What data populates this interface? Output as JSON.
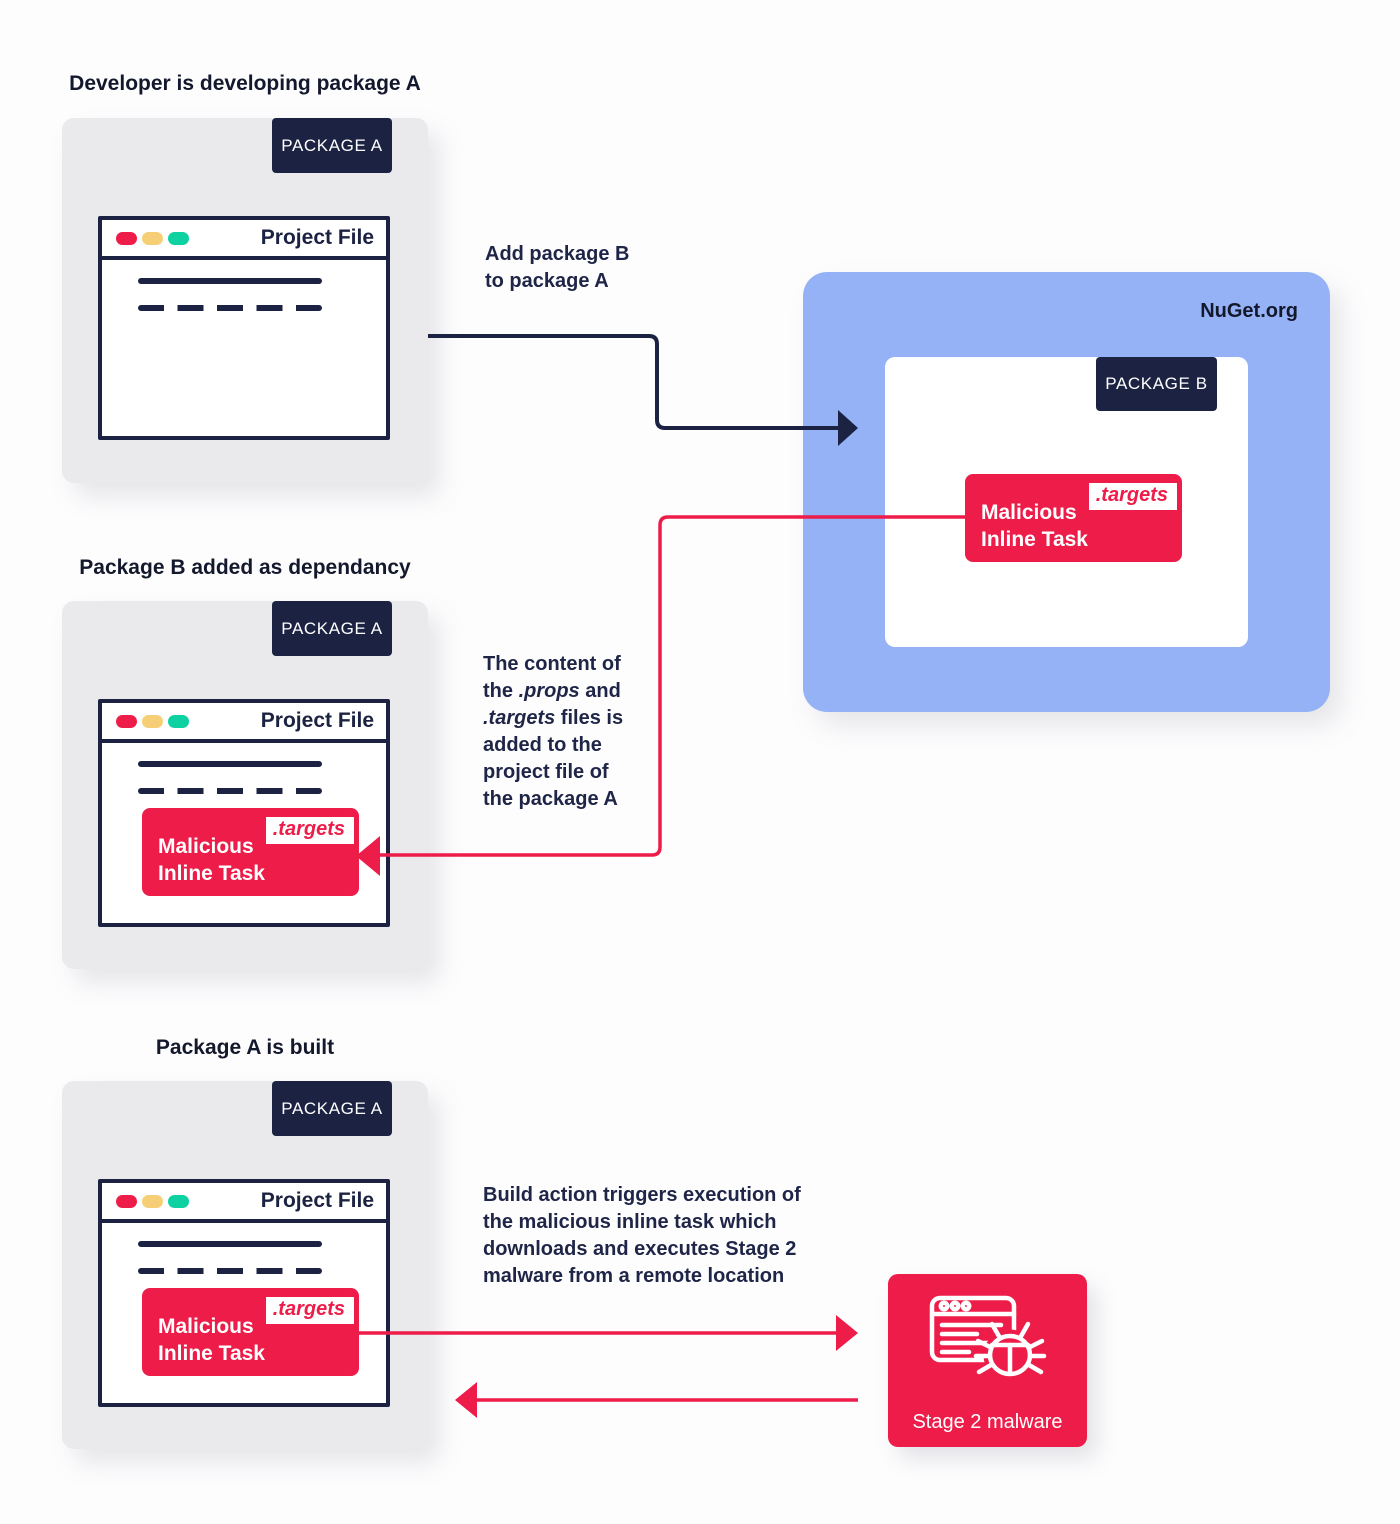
{
  "colors": {
    "red": "#ED1C49",
    "navy": "#1C2241",
    "blue": "#95B2F7",
    "card_gray": "#EAEAEC",
    "traffic_red": "#ED1C49",
    "traffic_yellow": "#F6CE76",
    "traffic_green": "#0ED1A1"
  },
  "panels": [
    {
      "heading": "Developer is developing package A",
      "badge": "PACKAGE A",
      "window_title": "Project File",
      "has_malicious": false
    },
    {
      "heading": "Package B added as dependancy",
      "badge": "PACKAGE A",
      "window_title": "Project File",
      "has_malicious": true
    },
    {
      "heading": "Package A is built",
      "badge": "PACKAGE A",
      "window_title": "Project File",
      "has_malicious": true
    }
  ],
  "nuget": {
    "label": "NuGet.org",
    "badge": "PACKAGE B"
  },
  "malicious_box": {
    "tag": ".targets",
    "label": "Malicious\nInline Task"
  },
  "stage2": {
    "label": "Stage 2 malware",
    "icon": "browser-bug-icon"
  },
  "annotations": {
    "add_package": "Add package B\nto package A",
    "content_note_segments": [
      {
        "text": "The content of\nthe "
      },
      {
        "text": ".props",
        "italic": true
      },
      {
        "text": " and\n"
      },
      {
        "text": ".targets",
        "italic": true
      },
      {
        "text": " files is\nadded to the\nproject file of\nthe package A"
      }
    ],
    "build_note": "Build action triggers execution of\nthe malicious inline task which\ndownloads and executes Stage 2\nmalware from a remote location"
  }
}
